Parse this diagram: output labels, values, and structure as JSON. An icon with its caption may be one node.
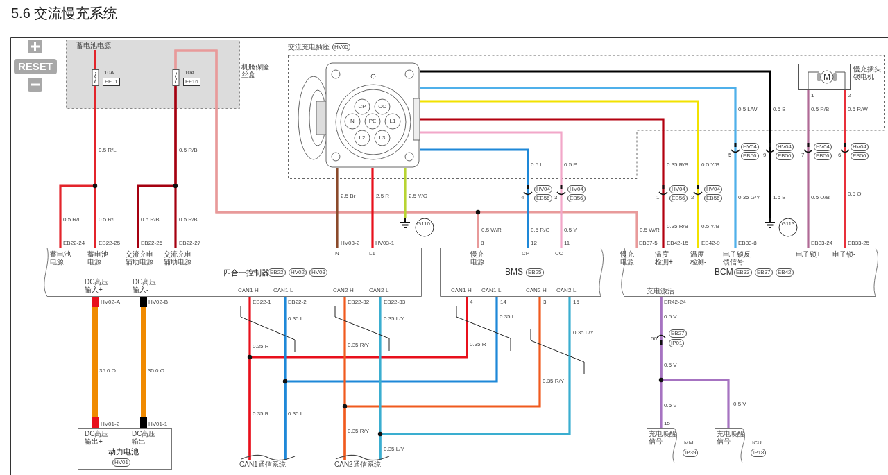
{
  "diagram": {
    "title": "5.6 交流慢充系统",
    "nodes": [
      {
        "text": [
          "机舱保险丝盒"
        ]
      },
      {
        "text": [
          "蓄电池电源"
        ],
        "in": 0
      },
      {
        "text": [
          "10A",
          "FF01"
        ],
        "in": 0
      },
      {
        "text": [
          "10A",
          "FF16"
        ],
        "in": 0
      },
      {
        "text": [
          "交流充电插座",
          "HV05"
        ]
      },
      {
        "text": [
          "CP",
          "CC",
          "N",
          "PE",
          "L1",
          "L2",
          "L3"
        ],
        "in": 4
      },
      {
        "text": [
          "M"
        ],
        "beside": [
          "慢充插头锁电机"
        ],
        "in": 4
      },
      {
        "text": [
          "蓄电池电源",
          "蓄电池电源",
          "交流充电辅助电源",
          "交流充电辅助电源",
          "N",
          "L1",
          "四合一控制器",
          "EB22",
          "HV02",
          "HV03",
          "DC高压输入+",
          "DC高压输入-",
          "CAN1-H",
          "CAN1-L",
          "CAN2-H",
          "CAN2-L"
        ]
      },
      {
        "text": [
          "慢充电源",
          "CP",
          "CC",
          "BMS",
          "EB25",
          "CAN1-H",
          "CAN1-L",
          "CAN2-H",
          "CAN2-L"
        ]
      },
      {
        "text": [
          "慢充电源",
          "温度检测+",
          "温度检测-",
          "电子锁反馈信号",
          "电子锁+",
          "电子锁-",
          "BCM",
          "EB33",
          "EB37",
          "EB42",
          "充电激活"
        ]
      },
      {
        "text": [
          "DC高压输出+",
          "DC高压输出-",
          "动力电池",
          "HV01"
        ]
      },
      {
        "text": [
          "充电唤醒信号"
        ],
        "beside": [
          "MMI",
          "IP39"
        ]
      },
      {
        "text": [
          "充电唤醒信号"
        ],
        "beside": [
          "ICU",
          "IP18"
        ]
      },
      {
        "text": [
          "G1101"
        ]
      },
      {
        "text": [
          "G113"
        ]
      },
      {
        "text": [
          "CAN1通信系统"
        ]
      },
      {
        "text": [
          "CAN2通信系统"
        ]
      }
    ],
    "edges": [
      {
        "from": 1,
        "to": 2,
        "arrow": "none",
        "color": "#e3242b"
      },
      {
        "from": 2,
        "to": 7,
        "arrow": "none",
        "color": "#e3242b"
      },
      {
        "from": 2,
        "to": 7,
        "arrow": "none",
        "color": "#e3242b"
      },
      {
        "from": 3,
        "to": 7,
        "arrow": "none",
        "color": "#a50010"
      },
      {
        "from": 3,
        "to": 7,
        "arrow": "none",
        "color": "#a50010"
      },
      {
        "from": 3,
        "to": 8,
        "arrow": "none",
        "color": "#e89a9a"
      },
      {
        "from": 3,
        "to": 9,
        "arrow": "none",
        "color": "#e89a9a"
      },
      {
        "from": 5,
        "to": 7,
        "arrow": "none",
        "color": "#8b4a2b"
      },
      {
        "from": 5,
        "to": 7,
        "arrow": "none",
        "color": "#e8101c"
      },
      {
        "from": 5,
        "to": 13,
        "arrow": "none",
        "color": "#b8d432"
      },
      {
        "from": 5,
        "to": 8,
        "arrow": "none",
        "color": "#1e88d8"
      },
      {
        "from": 5,
        "to": 8,
        "arrow": "none",
        "color": "#f2a7c9"
      },
      {
        "from": 5,
        "to": 9,
        "arrow": "none",
        "color": "#b3000f"
      },
      {
        "from": 5,
        "to": 9,
        "arrow": "none",
        "color": "#f2e200"
      },
      {
        "from": 5,
        "to": 9,
        "arrow": "none",
        "color": "#4fb0ea"
      },
      {
        "from": 5,
        "to": 14,
        "arrow": "none",
        "color": "#000000"
      },
      {
        "from": 6,
        "to": 9,
        "arrow": "none",
        "color": "#b06a96"
      },
      {
        "from": 6,
        "to": 9,
        "arrow": "none",
        "color": "#e8303a"
      },
      {
        "from": 7,
        "to": 10,
        "arrow": "none",
        "style": "thick",
        "color": "#f08a00"
      },
      {
        "from": 7,
        "to": 10,
        "arrow": "none",
        "style": "thick",
        "color": "#f08a00"
      },
      {
        "from": 7,
        "to": 15,
        "arrow": "none",
        "color": "#e8101c"
      },
      {
        "from": 8,
        "to": 15,
        "arrow": "none",
        "color": "#e8101c"
      },
      {
        "from": 7,
        "to": 15,
        "arrow": "none",
        "color": "#1e88d8"
      },
      {
        "from": 8,
        "to": 15,
        "arrow": "none",
        "color": "#1e88d8"
      },
      {
        "from": 7,
        "to": 16,
        "arrow": "none",
        "color": "#f05a1e"
      },
      {
        "from": 8,
        "to": 16,
        "arrow": "none",
        "color": "#f05a1e"
      },
      {
        "from": 7,
        "to": 16,
        "arrow": "none",
        "color": "#3aaed0"
      },
      {
        "from": 8,
        "to": 16,
        "arrow": "none",
        "color": "#3aaed0"
      },
      {
        "from": 9,
        "to": 11,
        "arrow": "none",
        "color": "#a673c1"
      },
      {
        "from": 9,
        "to": 12,
        "arrow": "none",
        "color": "#a673c1"
      }
    ],
    "labels": [
      "RESET",
      "0.5 R/L",
      "0.5 R/B",
      "2.5 Br",
      "2.5 R",
      "2.5 Y/G",
      "0.5 L",
      "0.5 P",
      "0.5 L/W",
      "0.5 B",
      "1",
      "2",
      "0.5 P/B",
      "0.5 R/W",
      "5",
      "HV04",
      "EB56",
      "9",
      "HV04",
      "EB56",
      "7",
      "HV04",
      "EB56",
      "6",
      "HV04",
      "EB56",
      "0.35 R/B",
      "0.5 Y/B",
      "0.35 G/Y",
      "1.5 B",
      "0.5 O/B",
      "0.5 O",
      "4",
      "HV04",
      "EB56",
      "3",
      "HV04",
      "EB56",
      "1",
      "HV04",
      "EB56",
      "2",
      "HV04",
      "EB56",
      "0.5 R/L",
      "0.5 R/L",
      "0.5 R/B",
      "0.5 R/B",
      "0.5 W/R",
      "0.5 R/G",
      "0.5 Y",
      "0.5 W/R",
      "0.35 R/B",
      "0.5 Y/B",
      "EB22-24",
      "EB22-25",
      "EB22-26",
      "EB22-27",
      "HV03-2",
      "HV03-1",
      "8",
      "12",
      "11",
      "EB37-5",
      "EB42-15",
      "EB42-9",
      "EB33-8",
      "EB33-24",
      "EB33-25",
      "HV02-A",
      "HV02-B",
      "EB22-1",
      "EB22-2",
      "EB22-32",
      "EB22-33",
      "4",
      "14",
      "3",
      "15",
      "ER42-24",
      "0.5 V",
      "0.35 L",
      "0.35 L/Y",
      "0.35 L",
      "0.35 L/Y",
      "EB27",
      "50",
      "IP01",
      "0.35 R",
      "0.35 R/Y",
      "0.35 R",
      "0.5 V",
      "35.0 O",
      "35.0 O",
      "0.35 R/Y",
      "0.5 V",
      "0.5 V",
      "0.35 R",
      "0.35 L",
      "HV01-2",
      "HV01-1",
      "15",
      "0.35 R/Y",
      "0.35 L/Y"
    ]
  }
}
